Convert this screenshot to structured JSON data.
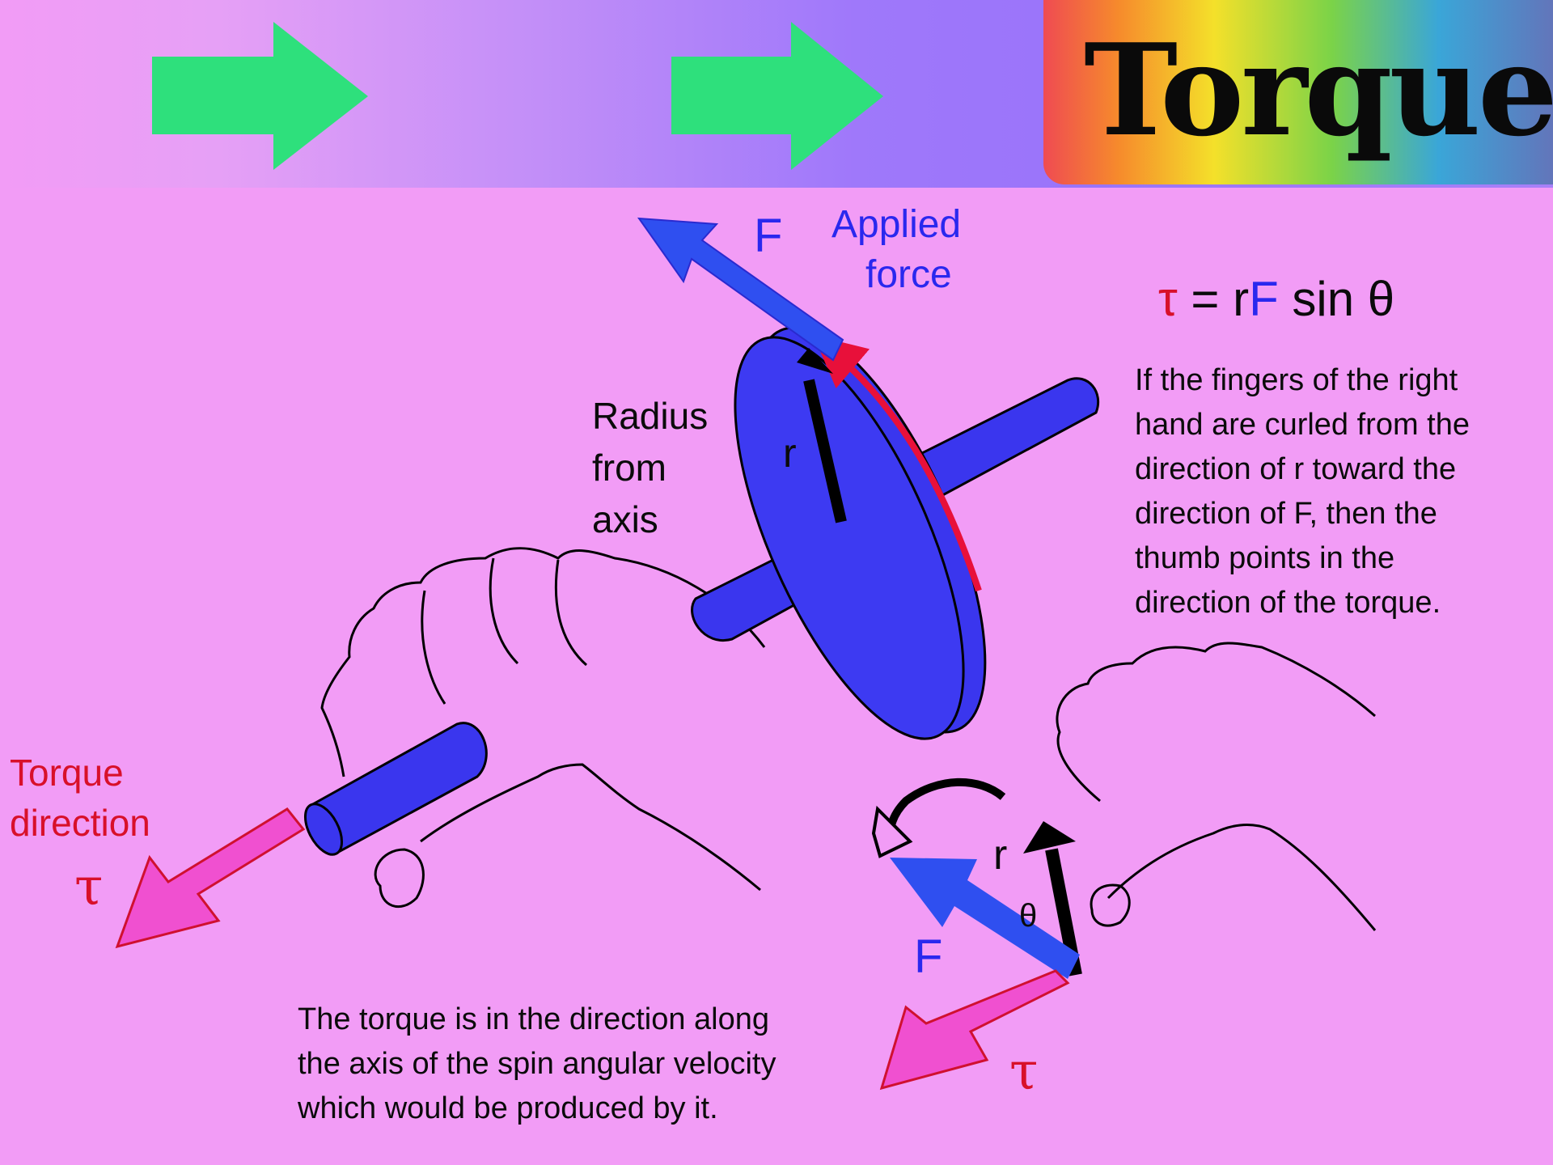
{
  "header": {
    "title": "Torque",
    "arrow_color": "#2ee07c",
    "rainbow_colors": [
      "#ef4b52",
      "#f68a2c",
      "#f4e02a",
      "#7bd348",
      "#3aa6d8",
      "#6b6bb4"
    ]
  },
  "diagram": {
    "force_label": "F",
    "applied_force_line1": "Applied",
    "applied_force_line2": "force",
    "radius_line1": "Radius",
    "radius_line2": "from",
    "radius_line3": "axis",
    "r_label": "r",
    "formula": {
      "tau": "τ",
      "equals": " = r",
      "f": "F",
      "rest": " sin θ"
    },
    "right_hand_rule": [
      "If the fingers of the right",
      "hand are curled from the",
      "direction of r toward the",
      "direction of F, then the",
      "thumb points in the",
      "direction of the torque."
    ],
    "torque_direction_line1": "Torque",
    "torque_direction_line2": "direction",
    "tau_symbol": "τ",
    "theta_symbol": "θ",
    "bottom_caption": [
      "The torque is in the direction along",
      "the axis of the spin angular velocity",
      "which would be produced by it."
    ],
    "colors": {
      "wheel_blue": "#3a36ee",
      "force_blue": "#2f4ff0",
      "torque_pink": "#f050d0",
      "arrow_red": "#e8103a"
    }
  }
}
